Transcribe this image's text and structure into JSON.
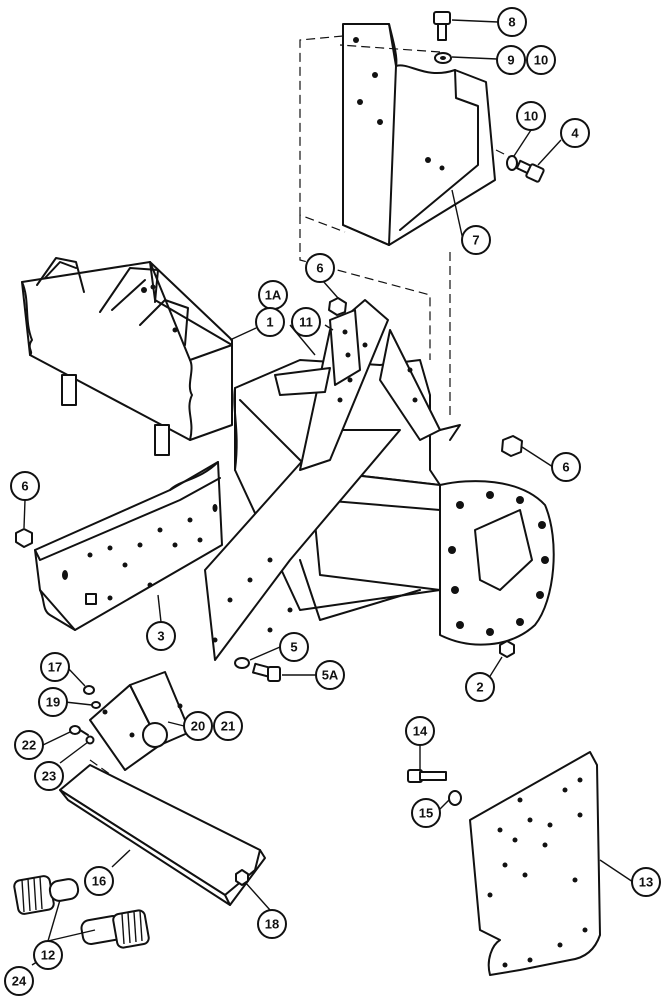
{
  "callouts": {
    "c8": "8",
    "c9": "9",
    "c10a": "10",
    "c10b": "10",
    "c4": "4",
    "c7": "7",
    "c6a": "6",
    "c1a": "1A",
    "c1": "1",
    "c11": "11",
    "c6b": "6",
    "c6c": "6",
    "c3": "3",
    "c5": "5",
    "c5a": "5A",
    "c2": "2",
    "c17": "17",
    "c19": "19",
    "c20": "20",
    "c21": "21",
    "c22": "22",
    "c23": "23",
    "c14": "14",
    "c15": "15",
    "c16": "16",
    "c13": "13",
    "c12": "12",
    "c18": "18",
    "c24": "24"
  }
}
